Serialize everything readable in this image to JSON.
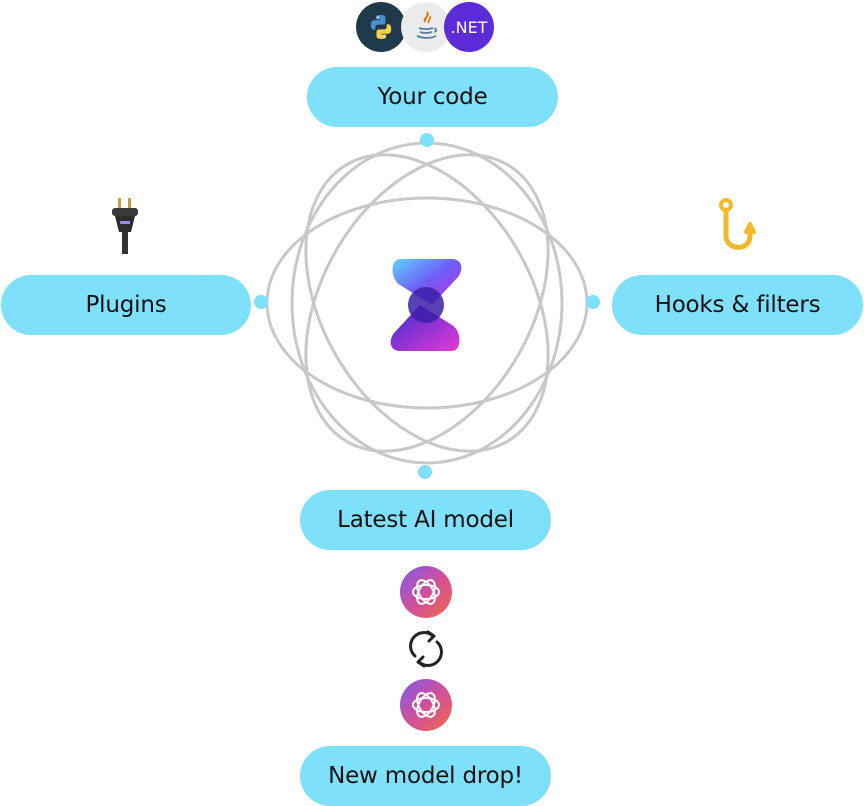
{
  "nodes": {
    "your_code": "Your code",
    "plugins": "Plugins",
    "hooks_filters": "Hooks & filters",
    "latest_ai_model": "Latest AI model",
    "new_model_drop": "New model drop!"
  },
  "language_badges": {
    "python": "python-icon",
    "java": "java-icon",
    "dotnet": ".NET"
  },
  "colors": {
    "pill": "#7ee0fa",
    "orbit": "#c8c8c8",
    "dot": "#7ee0fa",
    "hook": "#f2b92b",
    "dotnet": "#5a2bd6"
  }
}
